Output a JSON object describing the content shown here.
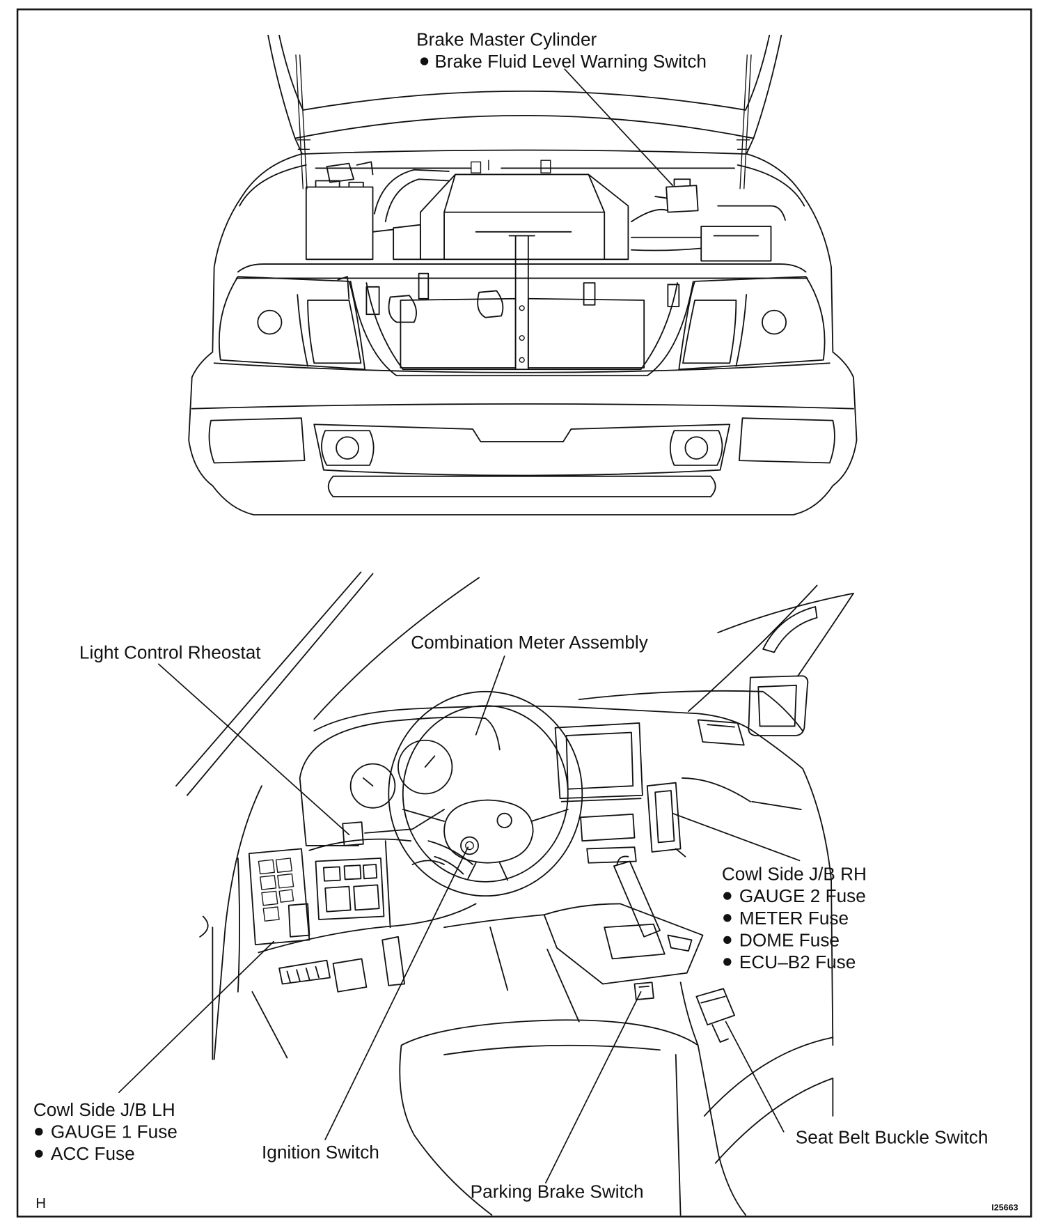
{
  "colors": {
    "ink": "#111111",
    "paper": "#ffffff"
  },
  "labels": {
    "brake_master_cylinder": {
      "title": "Brake Master Cylinder",
      "items": [
        "Brake Fluid Level Warning Switch"
      ]
    },
    "light_control_rheostat": {
      "title": "Light Control Rheostat"
    },
    "combination_meter_assembly": {
      "title": "Combination Meter Assembly"
    },
    "cowl_side_jb_rh": {
      "title": "Cowl Side J/B RH",
      "items": [
        "GAUGE 2 Fuse",
        "METER Fuse",
        "DOME Fuse",
        "ECU–B2 Fuse"
      ]
    },
    "cowl_side_jb_lh": {
      "title": "Cowl Side J/B LH",
      "items": [
        "GAUGE 1 Fuse",
        "ACC Fuse"
      ]
    },
    "ignition_switch": {
      "title": "Ignition Switch"
    },
    "parking_brake_switch": {
      "title": "Parking Brake Switch"
    },
    "seat_belt_buckle_switch": {
      "title": "Seat Belt Buckle Switch"
    }
  },
  "corner_mark": "H",
  "illustration_code": "I25663"
}
